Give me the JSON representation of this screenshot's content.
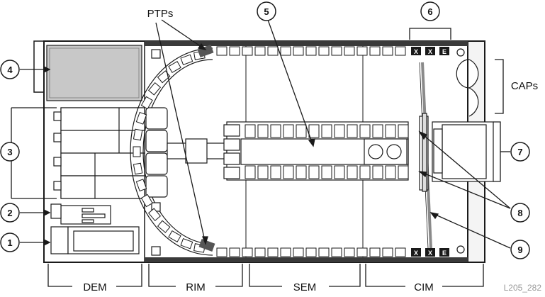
{
  "callouts": [
    {
      "number": "1"
    },
    {
      "number": "2"
    },
    {
      "number": "3"
    },
    {
      "number": "4"
    },
    {
      "number": "5"
    },
    {
      "number": "6"
    },
    {
      "number": "7"
    },
    {
      "number": "8"
    },
    {
      "number": "9"
    }
  ],
  "labels": {
    "ptps": "PTPs",
    "caps": "CAPs",
    "dem": "DEM",
    "rim": "RIM",
    "sem": "SEM",
    "cim": "CIM"
  },
  "slot_markers": [
    "X",
    "X",
    "E"
  ],
  "figure_id": "L205_282",
  "colors": {
    "line": "#1a1a1a",
    "dark_rail": "#3a3a3a",
    "panel_gray": "#c8c8c8",
    "shelf_fill": "#e6e6e6",
    "cim_rail": "#8a8a8a"
  }
}
